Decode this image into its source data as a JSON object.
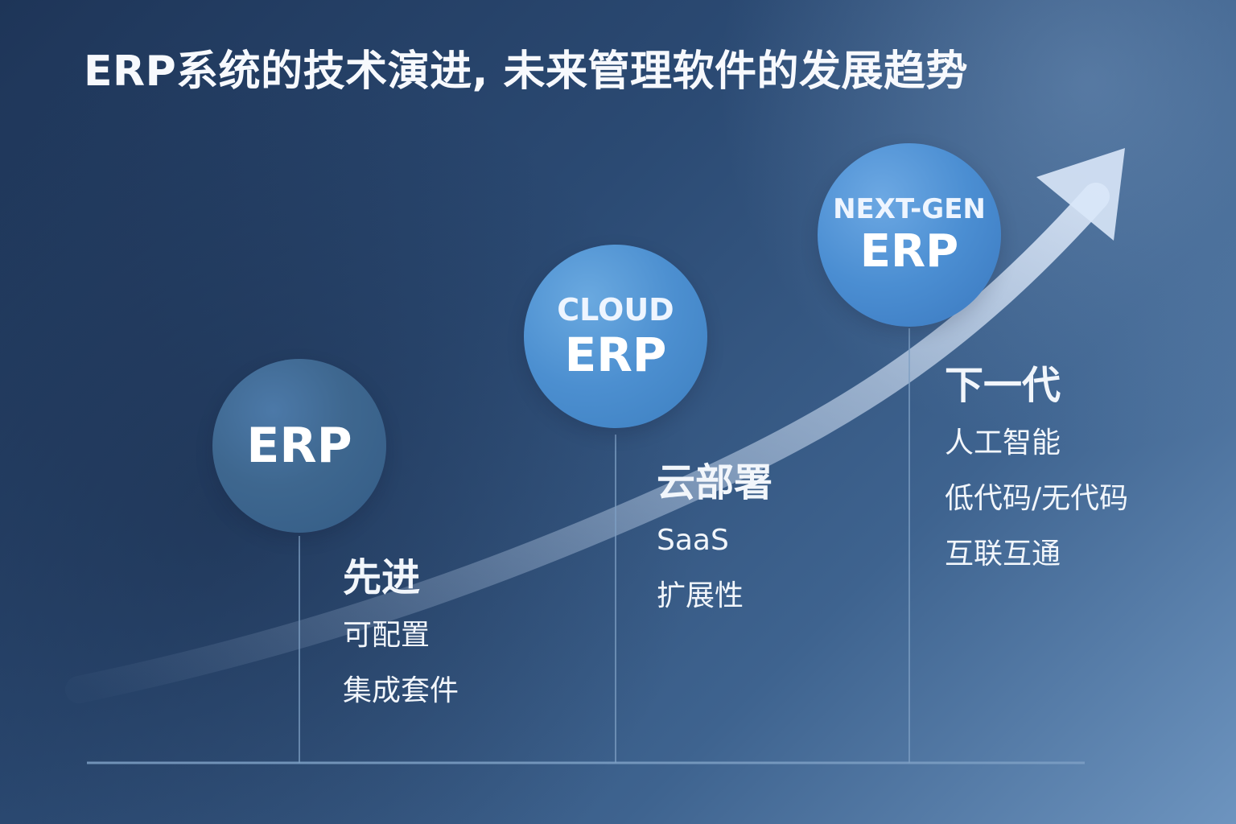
{
  "title": "ERP系统的技术演进, 未来管理软件的发展趋势",
  "colors": {
    "background_start": "#1e3558",
    "background_mid": "#3e638f",
    "background_end": "#6d94bf",
    "arrow": "#d9e7f8",
    "baseline": "#7ea0c4",
    "stage1_circle": "#3e678f",
    "stage2_circle": "#4c8fd0",
    "stage3_circle": "#4b8ed2",
    "text": "#f3f6fb"
  },
  "stages": [
    {
      "circle_label": "ERP",
      "heading": "先进",
      "items": [
        "可配置",
        "集成套件"
      ]
    },
    {
      "circle_top": "CLOUD",
      "circle_label": "ERP",
      "heading": "云部署",
      "items": [
        "SaaS",
        "扩展性"
      ]
    },
    {
      "circle_top": "NEXT-GEN",
      "circle_label": "ERP",
      "heading": "下一代",
      "items": [
        "人工智能",
        "低代码/无代码",
        "互联互通"
      ]
    }
  ]
}
